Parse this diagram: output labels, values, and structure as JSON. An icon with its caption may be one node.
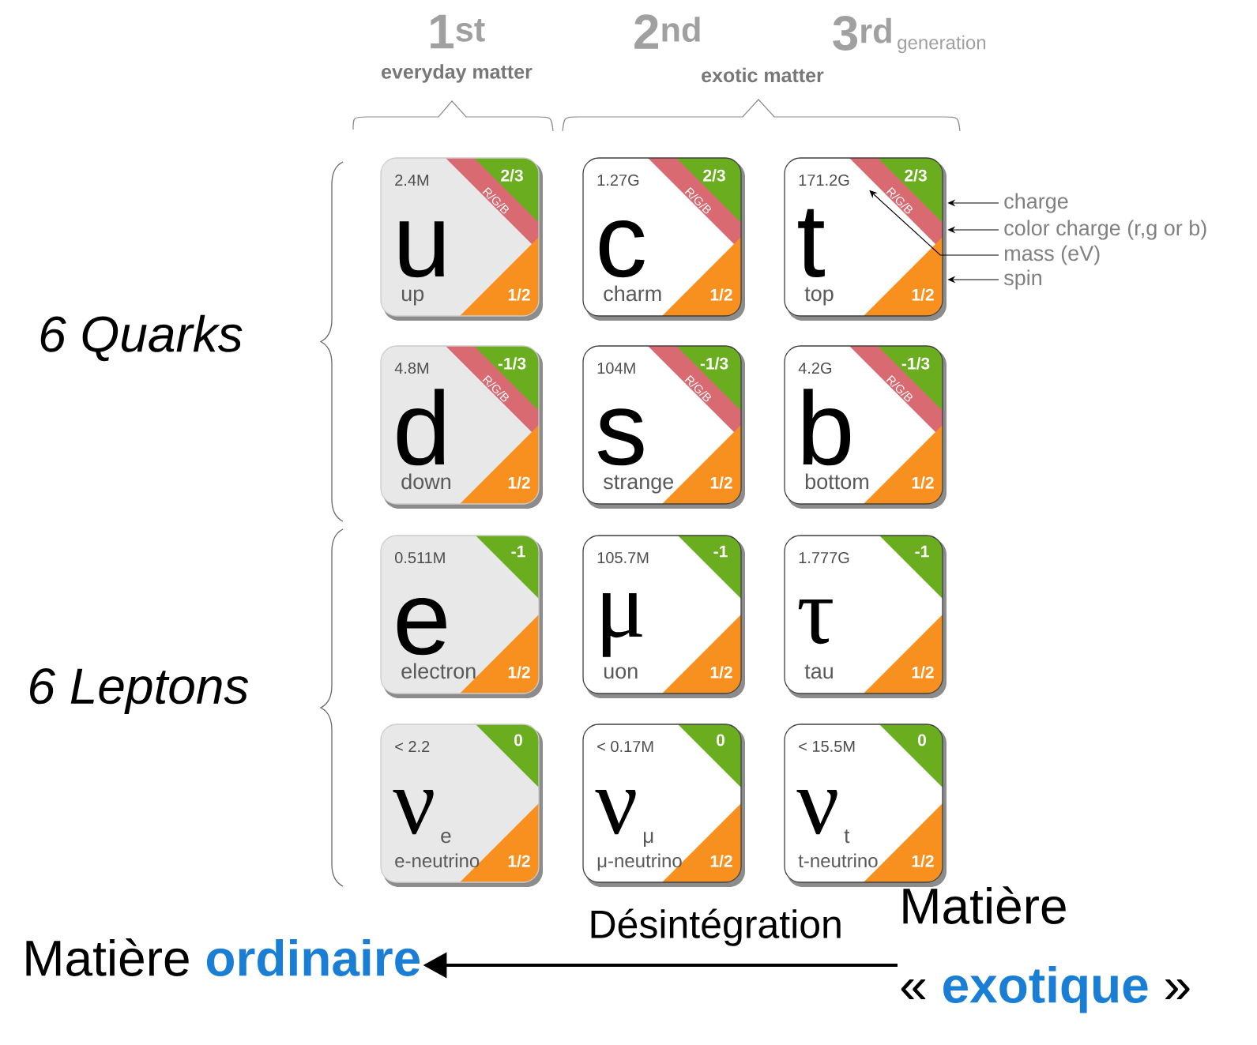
{
  "diagram": {
    "nodes": [
      {
        "text": [
          "2.4M",
          "u",
          "up",
          "2/3",
          "R/G/B",
          "1/2"
        ]
      },
      {
        "text": [
          "1.27G",
          "c",
          "charm",
          "2/3",
          "R/G/B",
          "1/2"
        ]
      },
      {
        "text": [
          "171.2G",
          "t",
          "top",
          "2/3",
          "R/G/B",
          "1/2"
        ]
      },
      {
        "text": [
          "4.8M",
          "d",
          "down",
          "-1/3",
          "R/G/B",
          "1/2"
        ]
      },
      {
        "text": [
          "104M",
          "s",
          "strange",
          "-1/3",
          "R/G/B",
          "1/2"
        ]
      },
      {
        "text": [
          "4.2G",
          "b",
          "bottom",
          "-1/3",
          "R/G/B",
          "1/2"
        ]
      },
      {
        "text": [
          "0.511M",
          "e",
          "electron",
          "-1",
          "1/2"
        ]
      },
      {
        "text": [
          "105.7M",
          "μ",
          "uon",
          "-1",
          "1/2"
        ]
      },
      {
        "text": [
          "1.777G",
          "τ",
          "tau",
          "-1",
          "1/2"
        ]
      },
      {
        "text": [
          "< 2.2",
          "ν",
          "e",
          "e-neutrino",
          "0",
          "1/2"
        ]
      },
      {
        "text": [
          "< 0.17M",
          "ν",
          "μ",
          "μ-neutrino",
          "0",
          "1/2"
        ]
      },
      {
        "text": [
          "< 15.5M",
          "ν",
          "t",
          "t-neutrino",
          "0",
          "1/2"
        ]
      },
      {
        "text": [
          "charge"
        ]
      },
      {
        "text": [
          "color charge (r,g or b)"
        ]
      },
      {
        "text": [
          "mass (eV)"
        ]
      },
      {
        "text": [
          "spin"
        ]
      },
      {
        "text": [
          "Matière",
          "ordinaire"
        ]
      },
      {
        "text": [
          "Matière",
          "«",
          "exotique",
          "»"
        ]
      }
    ],
    "edges": [
      {
        "from": 12,
        "to": 2,
        "arrow": "to"
      },
      {
        "from": 13,
        "to": 2,
        "arrow": "to"
      },
      {
        "from": 14,
        "to": 2,
        "arrow": "to"
      },
      {
        "from": 15,
        "to": 2,
        "arrow": "to"
      },
      {
        "from": 17,
        "to": 16,
        "arrow": "to",
        "label": "Désintégration",
        "style": "thick"
      }
    ],
    "labels": [
      "1$^{st}$",
      "2$^{nd}$",
      "3$^{rd}$",
      "generation",
      "everyday matter",
      "exotic matter",
      "6 Quarks",
      "6 Leptons"
    ]
  }
}
